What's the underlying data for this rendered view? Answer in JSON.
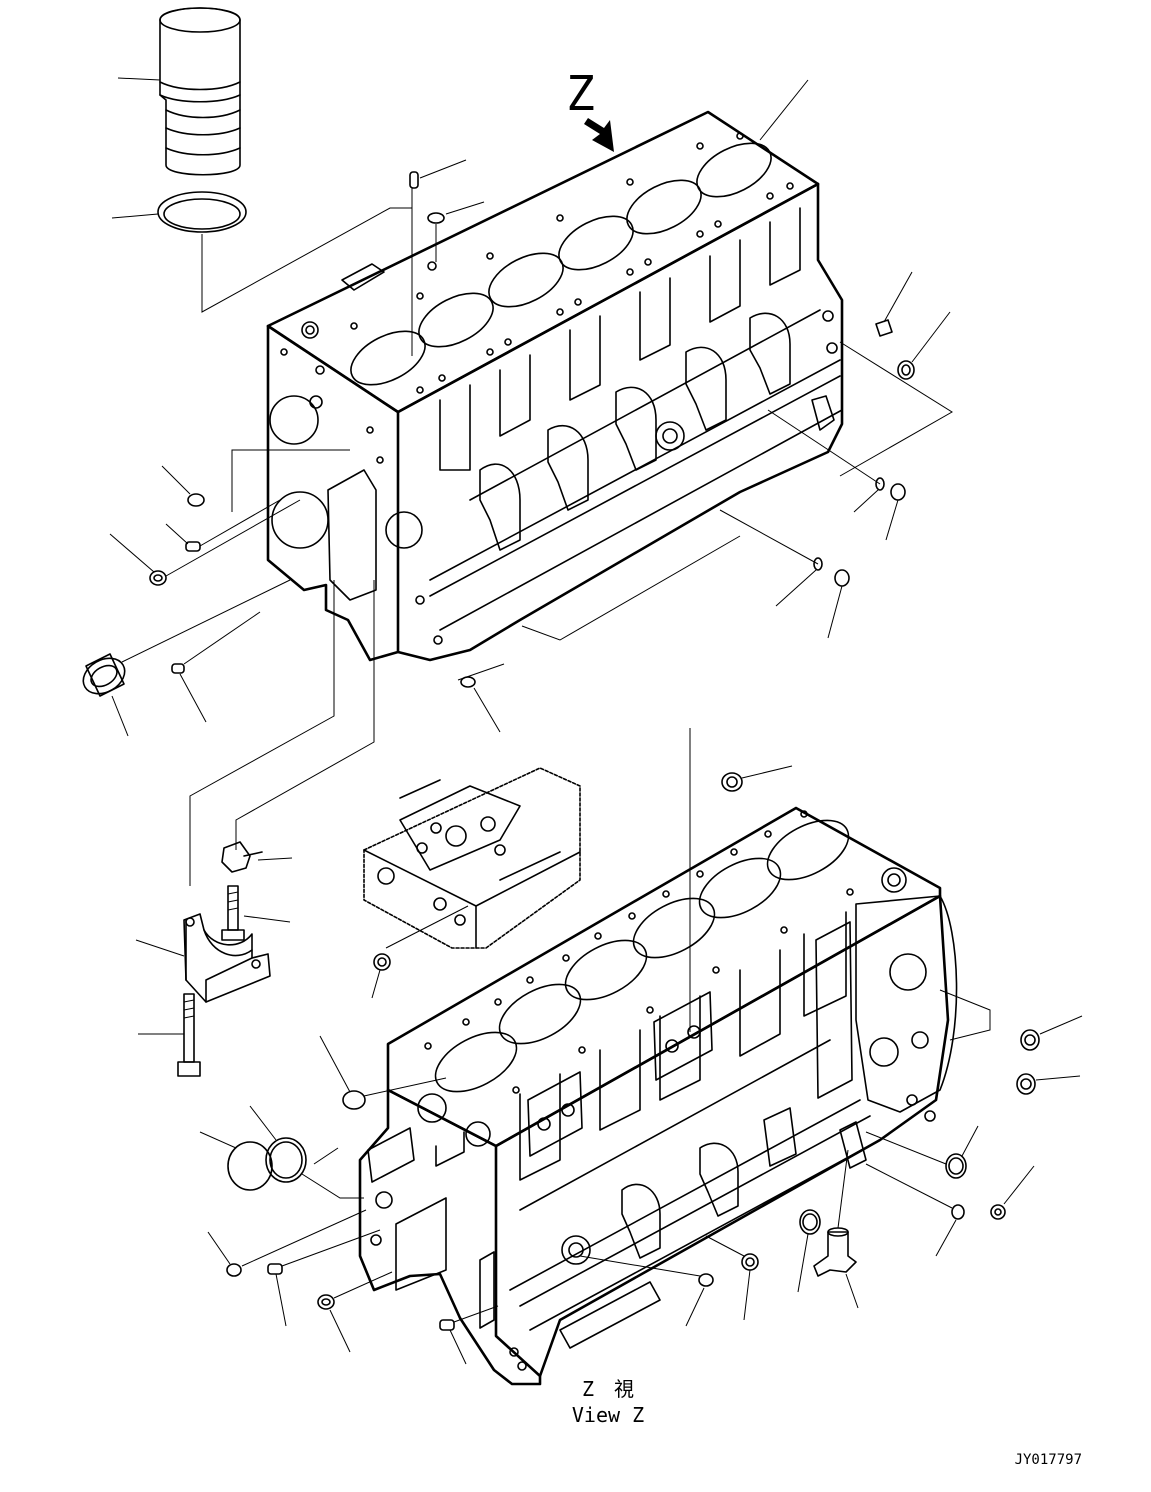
{
  "view_marker": "Z",
  "caption": {
    "japanese": "Z　視",
    "english": "View Z"
  },
  "drawing_id": "JY017797"
}
